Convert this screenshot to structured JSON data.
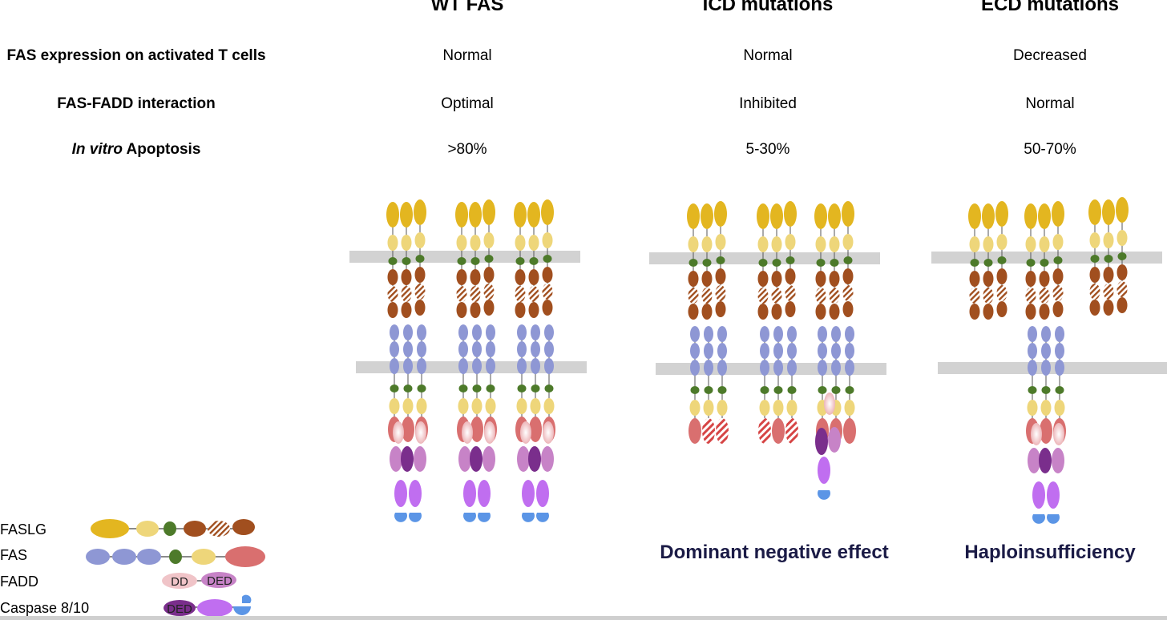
{
  "columns": {
    "wt": "WT FAS",
    "icd": "ICD mutations",
    "ecd": "ECD mutations"
  },
  "rows": [
    {
      "label": "FAS expression on activated T cells",
      "wt": "Normal",
      "icd": "Normal",
      "ecd": "Decreased"
    },
    {
      "label": "FAS-FADD interaction",
      "wt": "Optimal",
      "icd": "Inhibited",
      "ecd": "Normal"
    },
    {
      "label_italic": "In vitro",
      "label": " Apoptosis",
      "wt": ">80%",
      "icd": "5-30%",
      "ecd": "50-70%"
    }
  ],
  "effects": {
    "icd": "Dominant negative effect",
    "ecd": "Haploinsufficiency"
  },
  "legend": [
    {
      "label": "FASLG"
    },
    {
      "label": "FAS"
    },
    {
      "label": "FADD",
      "domains": [
        "DD",
        "DED"
      ]
    },
    {
      "label": "Caspase 8/10",
      "domains": [
        "DED"
      ]
    }
  ],
  "colors": {
    "fasl_head": "#e3b620",
    "fasl_light": "#eed67a",
    "linker_green": "#4d7a2a",
    "brown": "#a14f1f",
    "fas_blue": "#8e97d4",
    "membrane": "#d2d2d2",
    "fas_dd": "#d96f6f",
    "fadd_dd": "#f0c4c8",
    "fadd_ded": "#c783c7",
    "casp_ded": "#7a2e8c",
    "casp_purple": "#c06ef0",
    "casp_blue": "#5b95e6"
  }
}
